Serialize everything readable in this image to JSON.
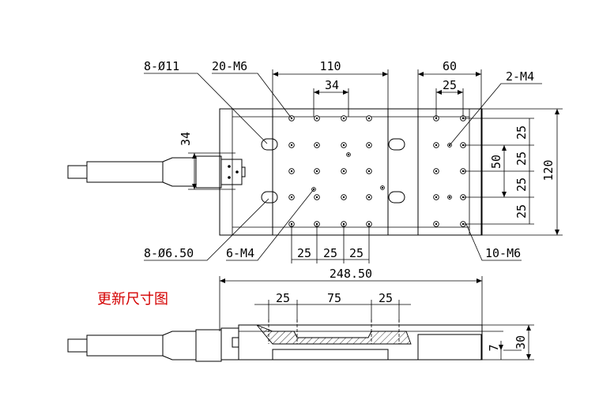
{
  "top_view": {
    "dims": {
      "width_110": "110",
      "spacing_34_top": "34",
      "width_60": "60",
      "spacing_25_right_top": "25",
      "height_34_left": "34",
      "height_120": "120",
      "height_50": "50",
      "v25_a": "25",
      "v25_b": "25",
      "v25_c": "25",
      "v25_d": "25",
      "b25_a": "25",
      "b25_b": "25",
      "b25_c": "25"
    },
    "callouts": {
      "holes_8_d11": "8-Ø11",
      "holes_20_m6": "20-M6",
      "holes_2_m4": "2-M4",
      "holes_8_d650": "8-Ø6.50",
      "holes_6_m4": "6-M4",
      "holes_10_m6": "10-M6"
    }
  },
  "side_view": {
    "dims": {
      "overall_length": "248.50",
      "s25_left": "25",
      "s75": "75",
      "s25_right": "25",
      "height_7": "7",
      "height_30": "30"
    }
  },
  "note": "更新尺寸图"
}
